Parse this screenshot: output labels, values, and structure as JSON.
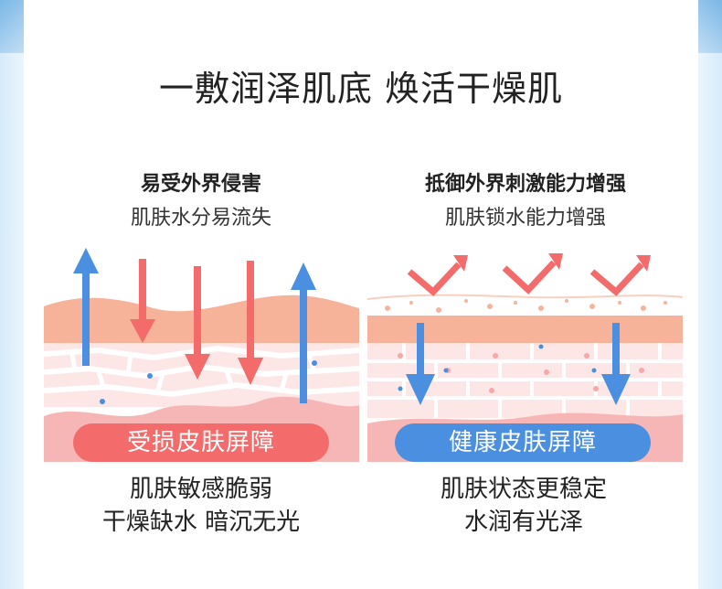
{
  "title": "一敷润泽肌底 焕活干燥肌",
  "left_panel": {
    "heading": "易受外界侵害",
    "subheading": "肌肤水分易流失",
    "badge": "受损皮肤屏障",
    "caption_lines": [
      "肌肤敏感脆弱",
      "干燥缺水 暗沉无光"
    ]
  },
  "right_panel": {
    "heading": "抵御外界刺激能力增强",
    "subheading": "肌肤锁水能力增强",
    "badge": "健康皮肤屏障",
    "caption_lines": [
      "肌肤状态更稳定",
      "水润有光泽"
    ]
  },
  "colors": {
    "damaged_red": "#f36b6b",
    "healthy_blue": "#4a8fe0",
    "skin_surface": "#f7b29a",
    "skin_layer": "#fde3e3"
  }
}
